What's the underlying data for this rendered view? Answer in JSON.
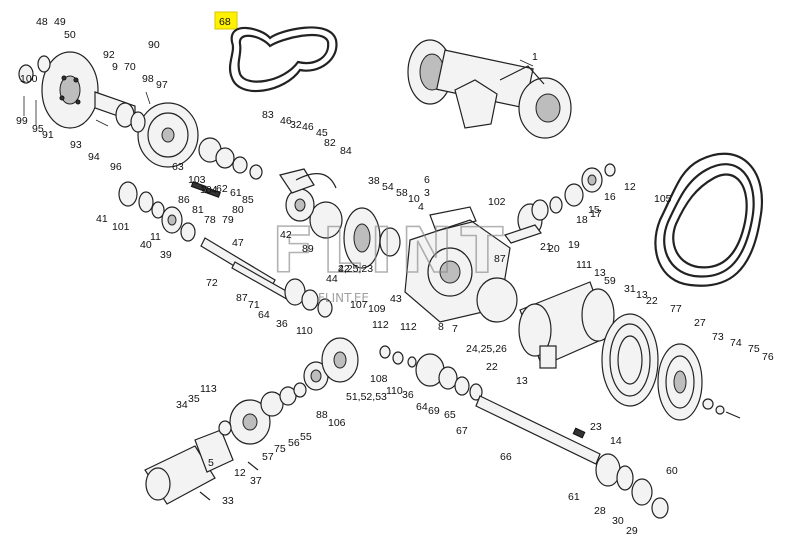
{
  "watermark": {
    "brand": "FLINT",
    "site": "FLINT.EE"
  },
  "highlight_label": "68",
  "labels": [
    "48",
    "49",
    "50",
    "92",
    "90",
    "9",
    "70",
    "98",
    "97",
    "100",
    "99",
    "95",
    "91",
    "93",
    "94",
    "96",
    "1",
    "12",
    "16",
    "15",
    "17",
    "18",
    "19",
    "21",
    "20",
    "87",
    "102",
    "3",
    "6",
    "4",
    "10",
    "58",
    "54",
    "38",
    "83",
    "46",
    "32",
    "46",
    "45",
    "82",
    "84",
    "63",
    "103",
    "104",
    "62",
    "61",
    "85",
    "86",
    "81",
    "78",
    "79",
    "80",
    "41",
    "101",
    "40",
    "11",
    "39",
    "47",
    "72",
    "89",
    "42",
    "22",
    "44",
    "4,25,23",
    "43",
    "87",
    "71",
    "64",
    "36",
    "110",
    "112",
    "109",
    "107",
    "105",
    "111",
    "13",
    "59",
    "31",
    "13",
    "22",
    "77",
    "27",
    "73",
    "74",
    "75",
    "76",
    "24,25,26",
    "22",
    "13",
    "108",
    "110",
    "36",
    "64",
    "69",
    "65",
    "67",
    "88",
    "51,52,53",
    "106",
    "23",
    "14",
    "66",
    "61",
    "60",
    "28",
    "30",
    "29",
    "113",
    "35",
    "34",
    "33",
    "5",
    "37",
    "12",
    "57",
    "75",
    "56",
    "55",
    "8",
    "7",
    "112"
  ]
}
